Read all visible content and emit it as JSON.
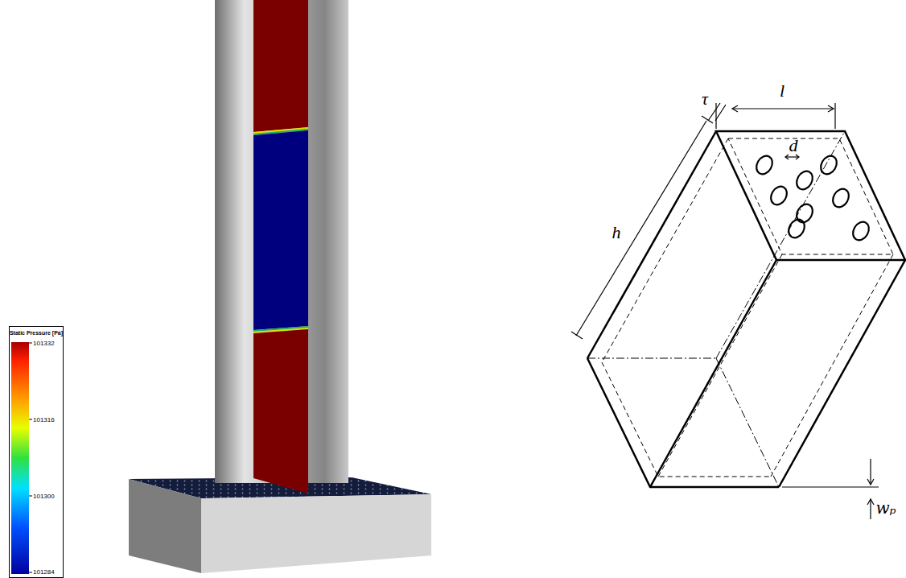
{
  "diagram": {
    "labels": [
      "Static Pressure [Pa]",
      "101332",
      "101316",
      "101300",
      "101284",
      "τ",
      "l",
      "d",
      "h",
      "wₚ"
    ]
  }
}
